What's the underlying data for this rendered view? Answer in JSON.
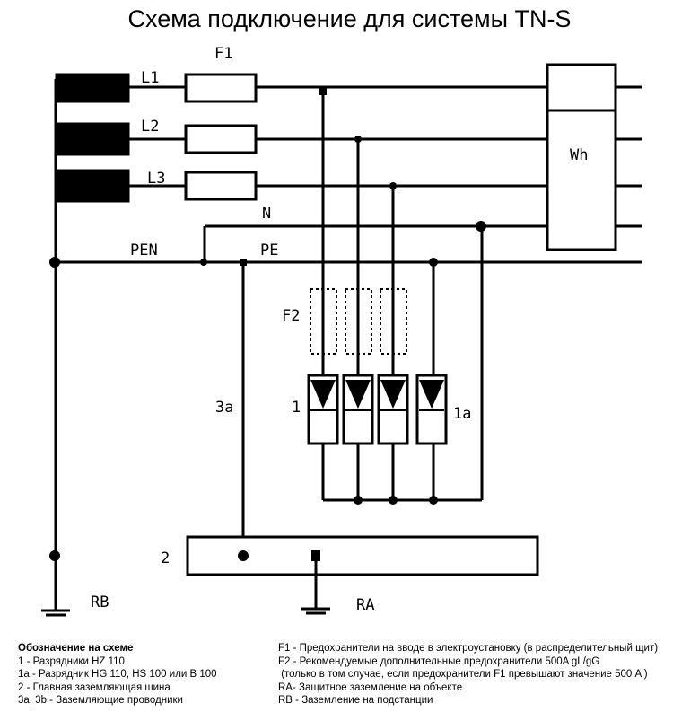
{
  "title": "Схема подключение для системы TN-S",
  "labels": {
    "f1": "F1",
    "l1": "L1",
    "l2": "L2",
    "l3": "L3",
    "n": "N",
    "pen": "PEN",
    "pe": "PE",
    "wh": "Wh",
    "f2": "F2",
    "one": "1",
    "one_a": "1a",
    "three_a": "3a",
    "two": "2",
    "rb": "RB",
    "ra": "RA"
  },
  "legend": {
    "heading": "Обозначение на схеме",
    "left": [
      "1 -  Разрядники HZ 110",
      "1a -  Разрядник HG 110, HS 100 или B 100",
      "2 -  Главная заземляющая шина",
      "3a, 3b -  Заземляющие проводники"
    ],
    "right": [
      "F1 -  Предохранители на вводе в электроустановку (в распределительный щит)",
      "F2 -  Рекомендуемые дополнительные предохранители 500A gL/gG",
      " (только в том случае, если предохранители F1 превышают значение 500 A )",
      "RA- Защитное заземление на объекте",
      "RB - Заземление на подстанции"
    ]
  }
}
